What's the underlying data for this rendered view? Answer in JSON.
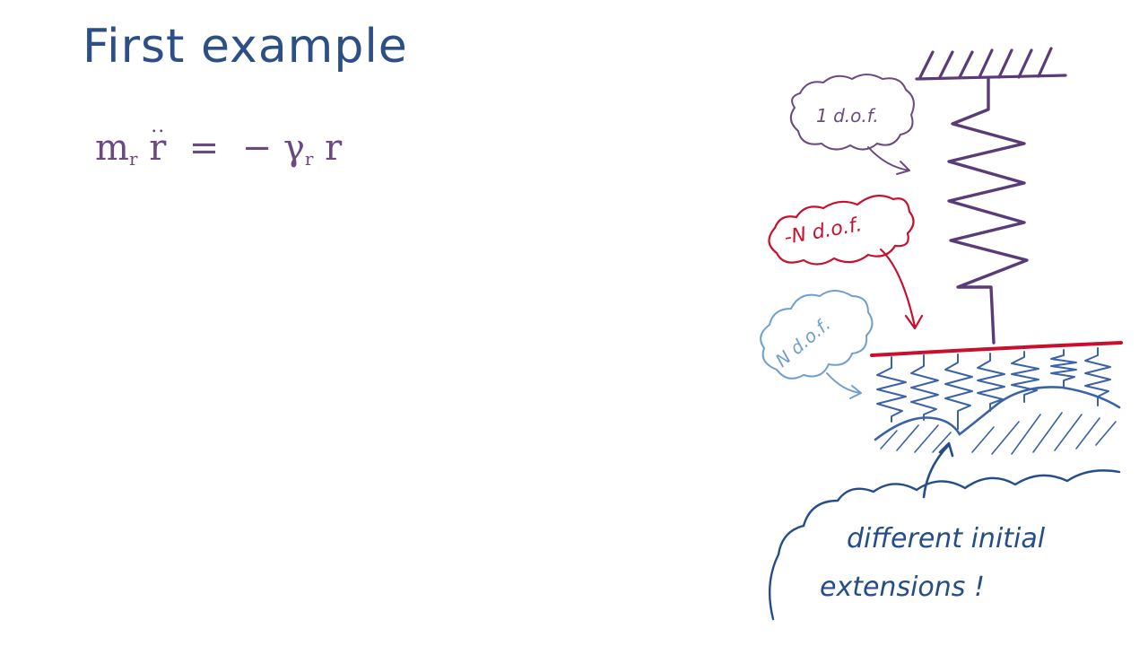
{
  "slide": {
    "title": "First example"
  },
  "equation": {
    "lhs_mass": "m",
    "lhs_mass_sub": "r",
    "lhs_var": "r",
    "lhs_dots": "..",
    "equals": "=",
    "rhs_sign": "−",
    "rhs_coef": "γ",
    "rhs_coef_sub": "r",
    "rhs_var": "r"
  },
  "diagram": {
    "label_one_dof": "1 d.o.f.",
    "label_minus_n_dof": "-N d.o.f.",
    "label_n_dof": "N d.o.f.",
    "note_line1": "different initial",
    "note_line2": "extensions !"
  },
  "colors": {
    "title": "#2b4f86",
    "equation": "#6b4a82",
    "spring_purple": "#5a3b78",
    "red": "#c8102e",
    "light_blue": "#6f9fd0",
    "blue": "#3a62a8",
    "dark_blue": "#244d8a"
  }
}
